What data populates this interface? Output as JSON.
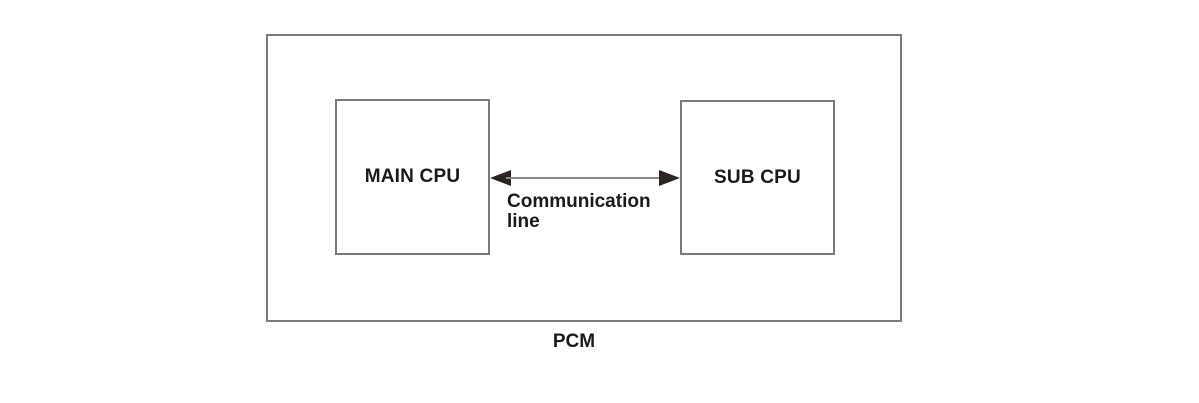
{
  "diagram": {
    "title": "PCM",
    "main_cpu_label": "MAIN CPU",
    "sub_cpu_label": "SUB CPU",
    "arrow_label_line1": "Communication",
    "arrow_label_line2": "line"
  },
  "colors": {
    "background": "#ffffff",
    "border": "#7a7a7a",
    "arrow_line": "#8a8a8a",
    "arrow_head": "#2b2423",
    "text": "#1a1a1a"
  }
}
